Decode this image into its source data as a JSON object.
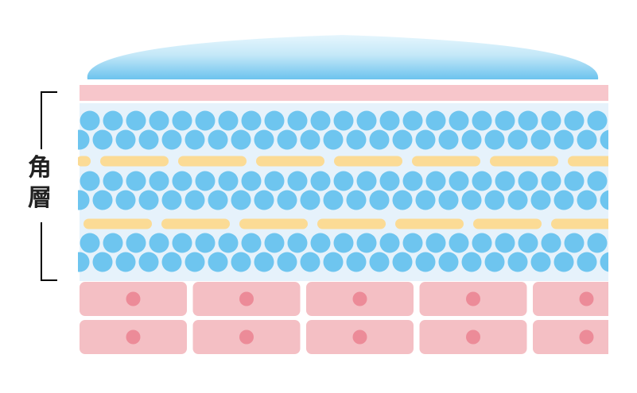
{
  "label": {
    "line1": "角",
    "line2": "層"
  },
  "colors": {
    "droplet_light": "#e6f6fd",
    "droplet_dark": "#6cc3ee",
    "surface_band": "#f7c6cb",
    "cell_blue": "#6ec5ef",
    "cell_bg": "#e6f2fb",
    "lipid_yellow": "#fbdb95",
    "basal_cell": "#f4bfc4",
    "nucleus": "#ec8b98",
    "bracket": "#000000"
  },
  "icons": [
    "water-droplet-shape",
    "circle-cell-shape",
    "lipid-bar-shape"
  ]
}
